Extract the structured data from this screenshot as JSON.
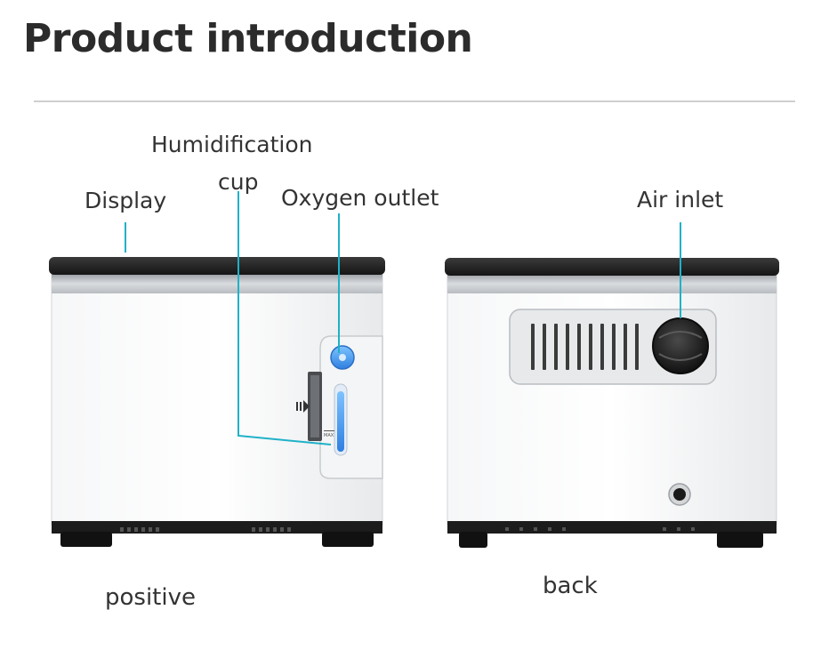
{
  "page": {
    "title": "Product introduction"
  },
  "labels": {
    "display": "Display",
    "humidification_line1": "Humidification",
    "humidification_line2": "cup",
    "oxygen_outlet": "Oxygen outlet",
    "air_inlet": "Air inlet",
    "humidifier_mark": "MAX"
  },
  "captions": {
    "front": "positive",
    "back": "back"
  },
  "colors": {
    "callout": "#1fb1c8",
    "cap": "#2a2a2a",
    "body": "#f1f2f4",
    "accent_blue": "#3a8fe0"
  }
}
